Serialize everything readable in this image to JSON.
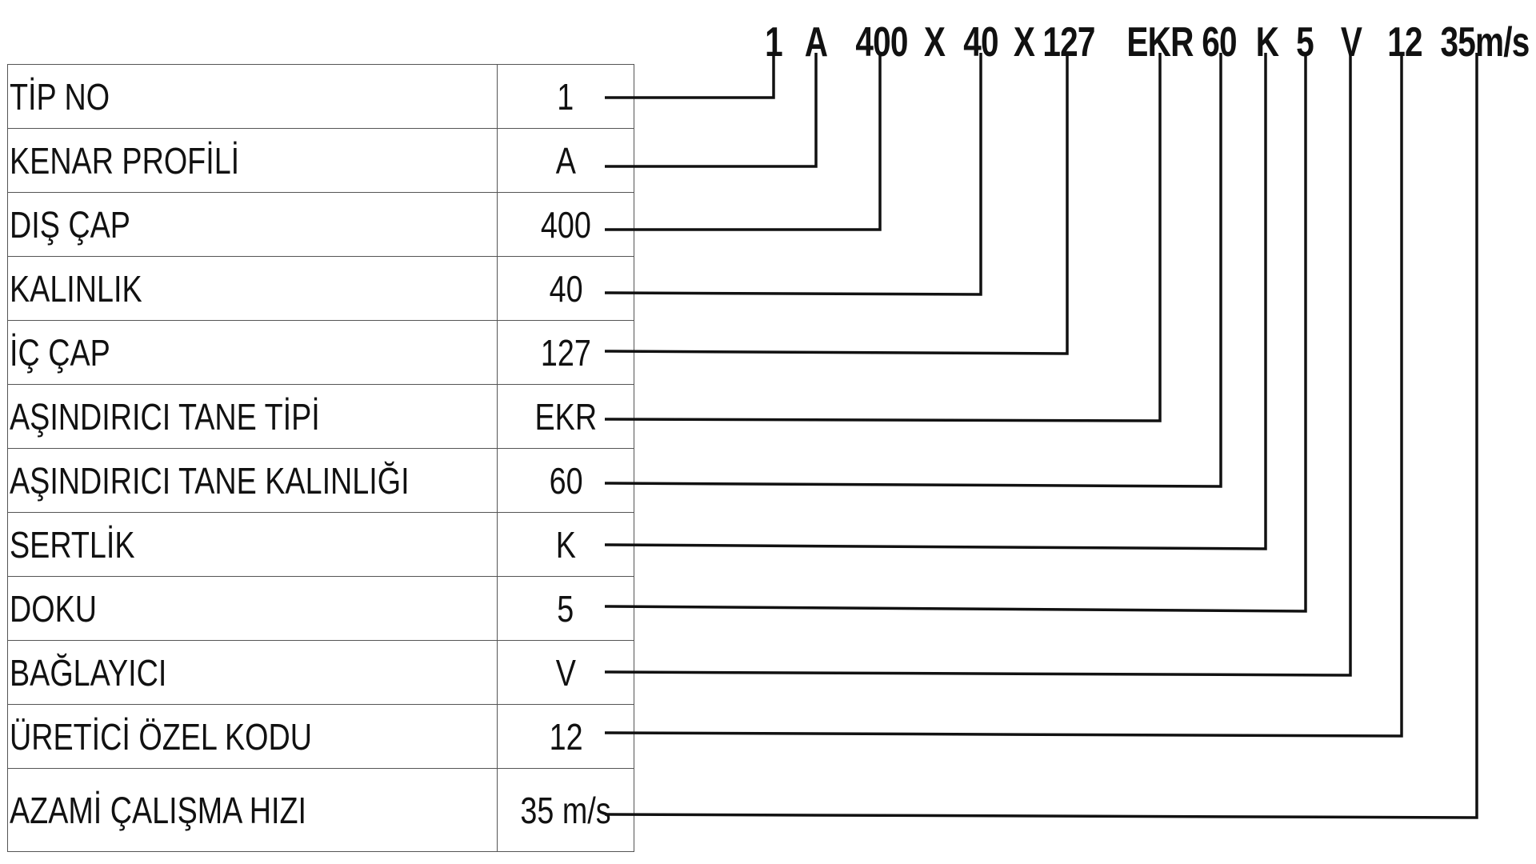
{
  "designation": [
    {
      "text": "1"
    },
    {
      "text": "A"
    },
    {
      "text": "400"
    },
    {
      "text": "X"
    },
    {
      "text": "40"
    },
    {
      "text": "X"
    },
    {
      "text": "127"
    },
    {
      "text": "EKR"
    },
    {
      "text": "60"
    },
    {
      "text": "K"
    },
    {
      "text": "5"
    },
    {
      "text": "V"
    },
    {
      "text": "12"
    },
    {
      "text": "35m/s"
    }
  ],
  "rows": [
    {
      "label": "TİP NO",
      "value": "1"
    },
    {
      "label": "KENAR PROFİLİ",
      "value": "A"
    },
    {
      "label": "DIŞ ÇAP",
      "value": "400"
    },
    {
      "label": "KALINLIK",
      "value": "40"
    },
    {
      "label": "İÇ ÇAP",
      "value": "127"
    },
    {
      "label": "AŞINDIRICI TANE TİPİ",
      "value": "EKR"
    },
    {
      "label": "AŞINDIRICI TANE KALINLIĞI",
      "value": "60"
    },
    {
      "label": "SERTLİK",
      "value": "K"
    },
    {
      "label": "DOKU",
      "value": "5"
    },
    {
      "label": "BAĞLAYICI",
      "value": "V"
    },
    {
      "label": "ÜRETİCİ ÖZEL KODU",
      "value": "12"
    },
    {
      "label": "AZAMİ ÇALIŞMA HIZI",
      "value": "35 m/s"
    }
  ]
}
